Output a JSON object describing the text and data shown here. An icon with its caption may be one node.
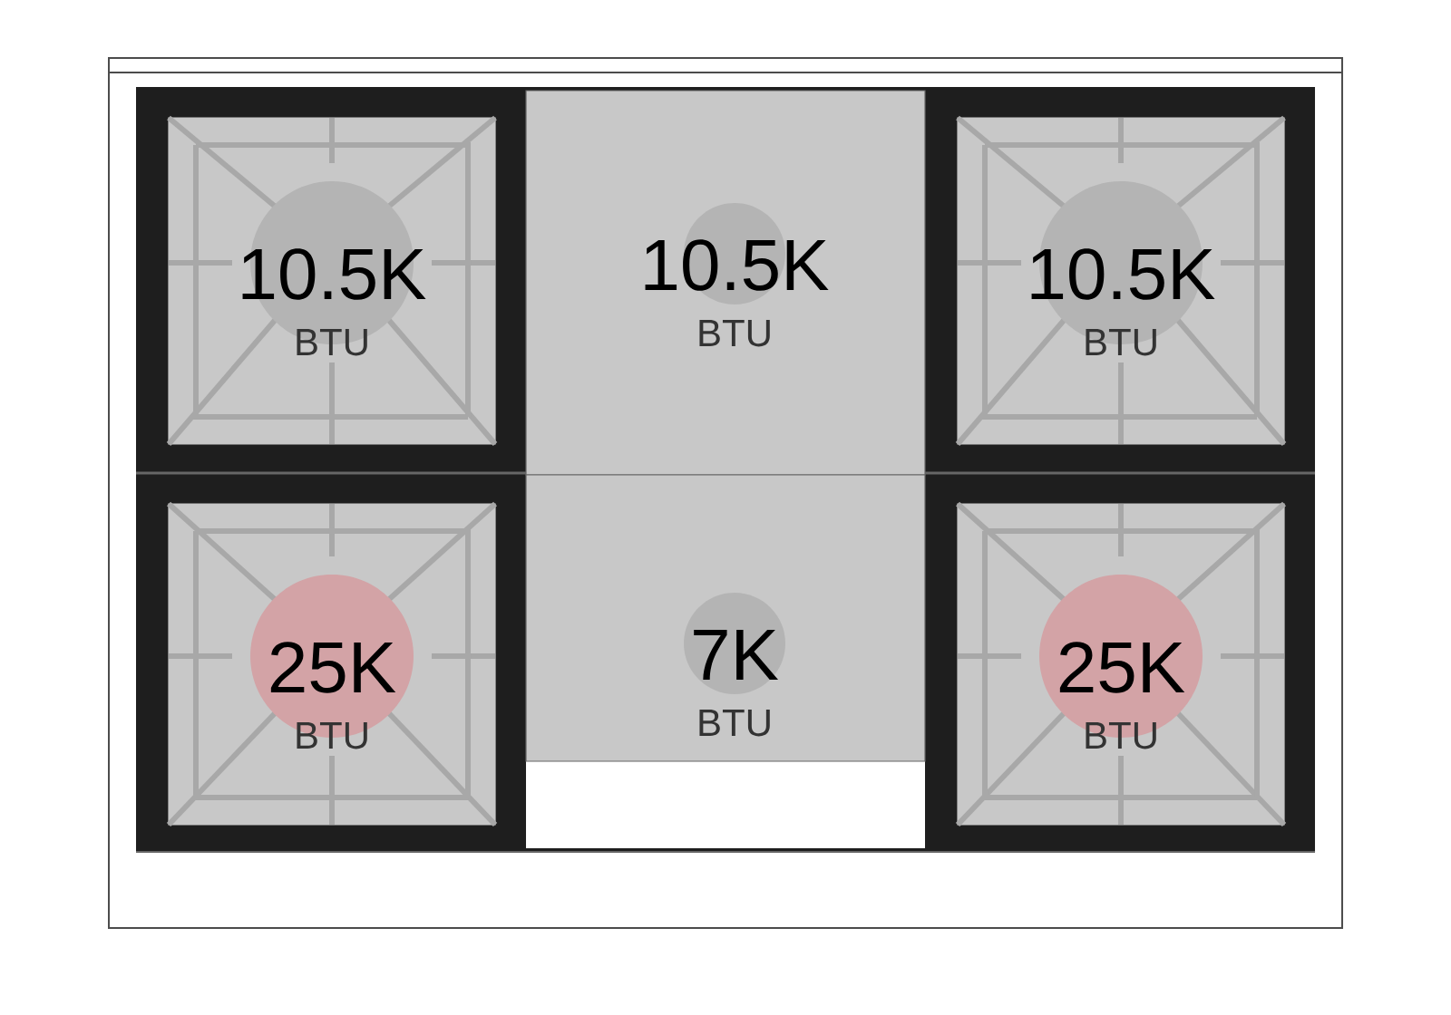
{
  "diagram": {
    "nodes": [
      {
        "text": [
          "10.5K",
          "BTU"
        ]
      },
      {
        "text": [
          "10.5K",
          "BTU"
        ]
      },
      {
        "text": [
          "10.5K",
          "BTU"
        ]
      },
      {
        "text": [
          "25K",
          "BTU"
        ]
      },
      {
        "text": [
          "7K",
          "BTU"
        ]
      },
      {
        "text": [
          "25K",
          "BTU"
        ]
      }
    ]
  }
}
